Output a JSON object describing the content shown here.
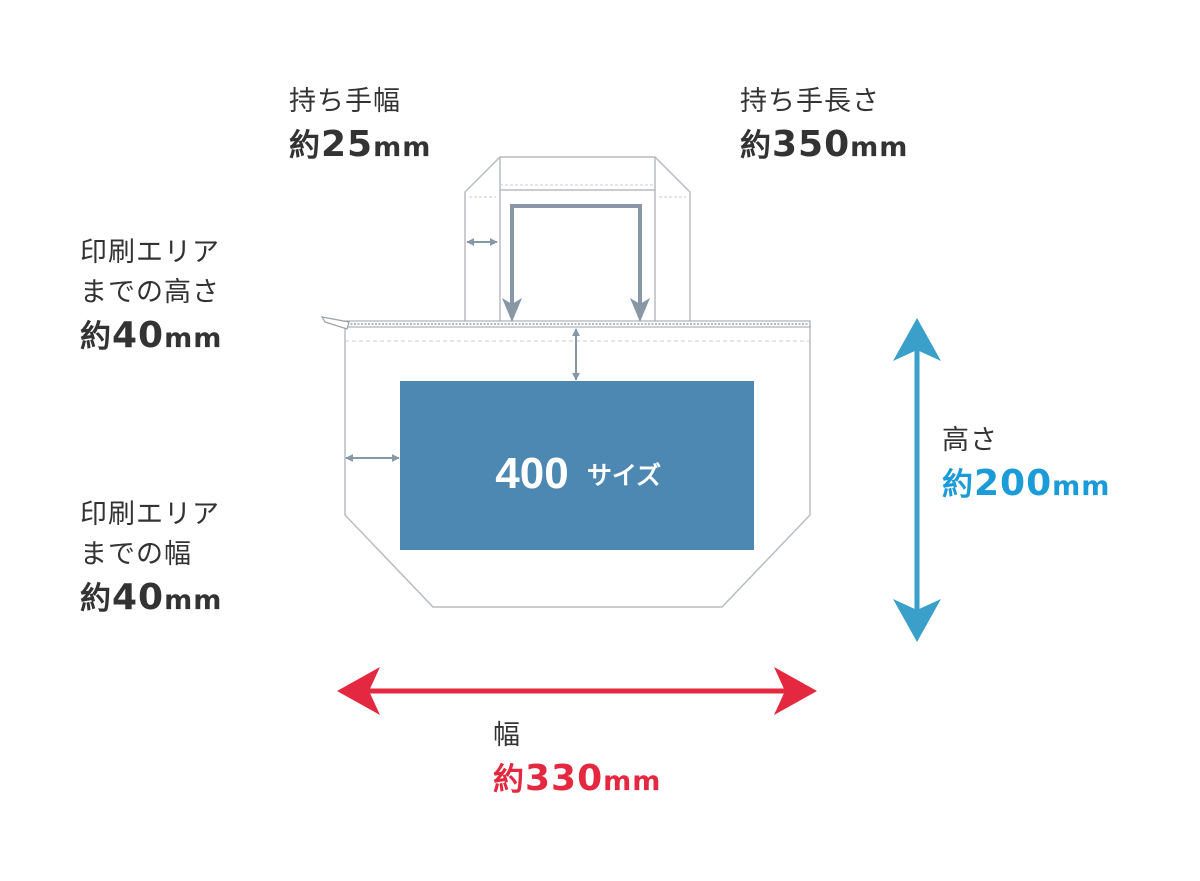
{
  "handle_width": {
    "caption": "持ち手幅",
    "approx": "約",
    "number": "25",
    "unit": "mm"
  },
  "handle_length": {
    "caption": "持ち手長さ",
    "approx": "約",
    "number": "350",
    "unit": "mm"
  },
  "print_top_margin": {
    "caption_lines": [
      "印刷エリア",
      "までの高さ"
    ],
    "approx": "約",
    "number": "40",
    "unit": "mm"
  },
  "print_side_margin": {
    "caption_lines": [
      "印刷エリア",
      "までの幅"
    ],
    "approx": "約",
    "number": "40",
    "unit": "mm"
  },
  "height": {
    "caption": "高さ",
    "approx": "約",
    "number": "200",
    "unit": "mm"
  },
  "width": {
    "caption": "幅",
    "approx": "約",
    "number": "330",
    "unit": "mm"
  },
  "print_area": {
    "number": "400",
    "label": "サイズ"
  },
  "colors": {
    "print_area": "#4d88b3",
    "height_arrow": "#3a9fc9",
    "width_arrow": "#e3283f",
    "guide_arrow": "#8797a6",
    "outline": "#b8bcc0",
    "height_text": "#1b9bd7",
    "width_text": "#e3283f"
  }
}
